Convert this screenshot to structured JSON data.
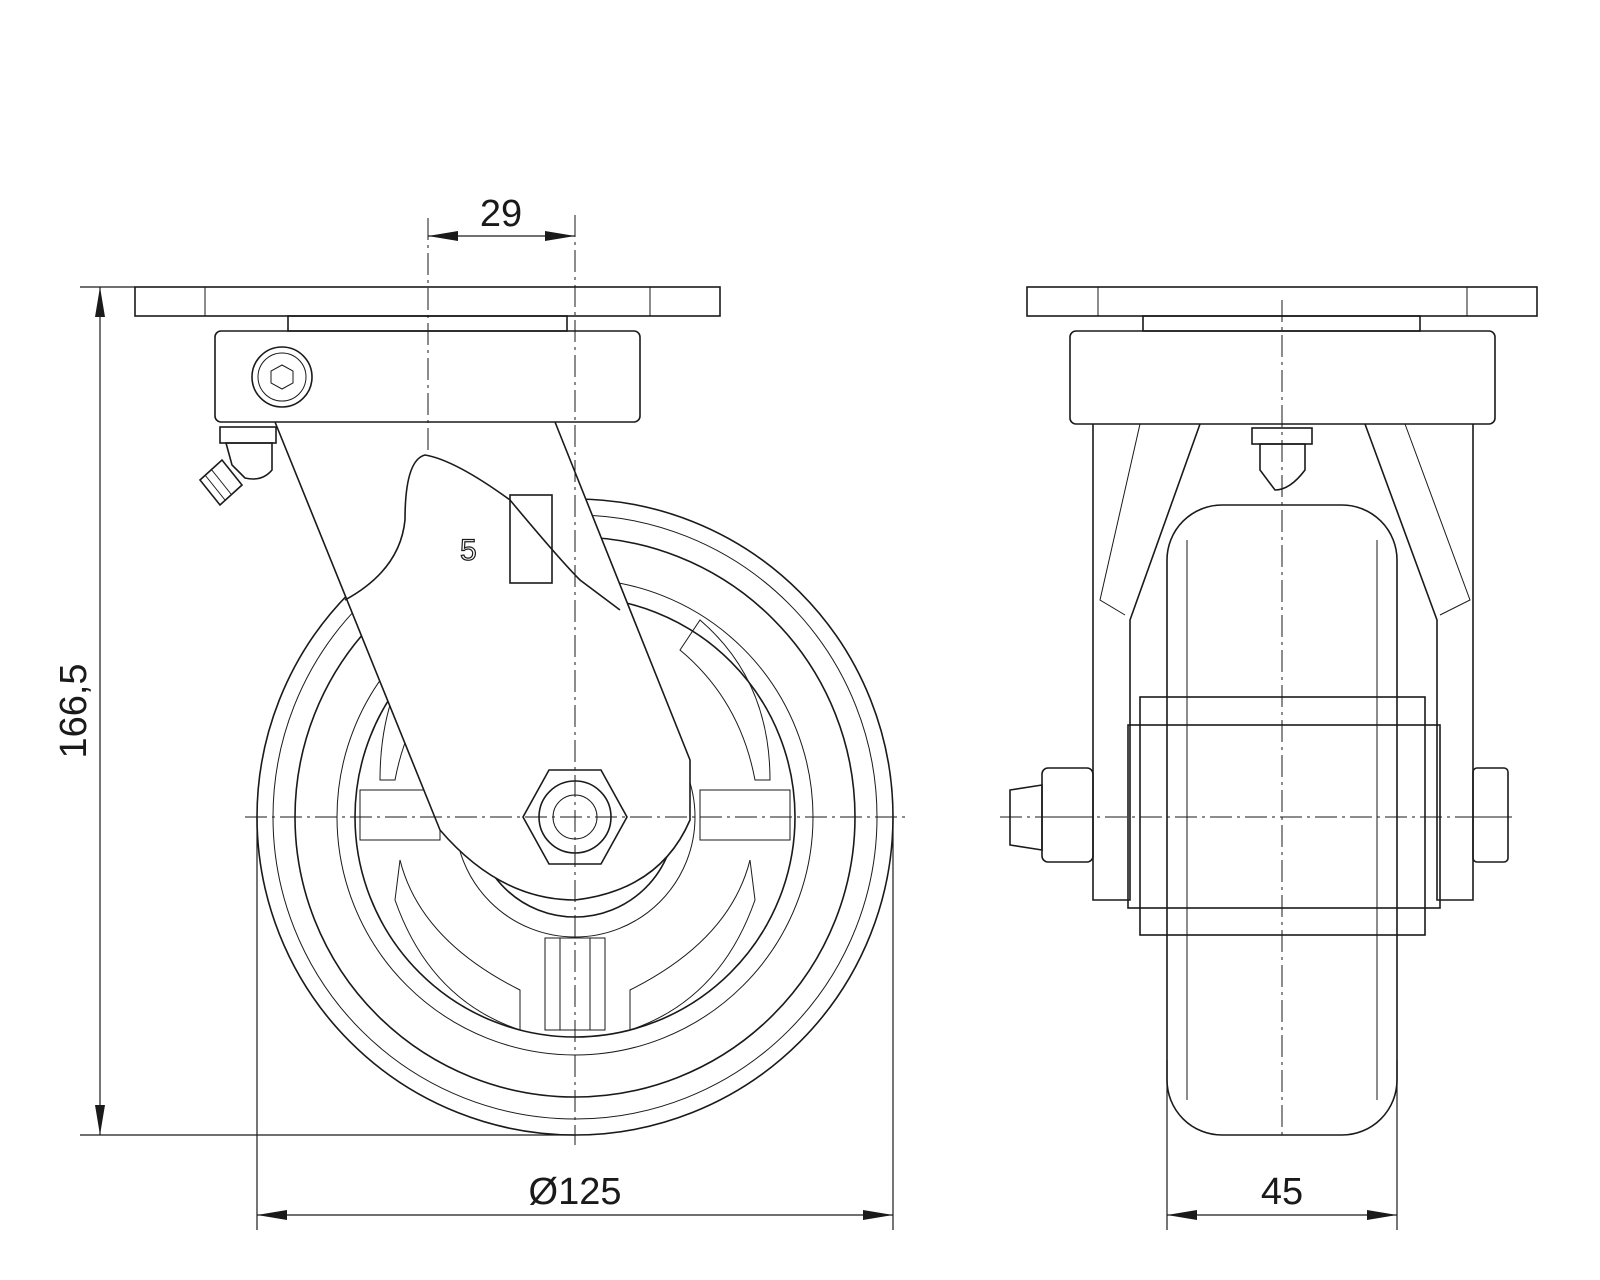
{
  "drawing": {
    "dimensions": {
      "offset": "29",
      "height": "166,5",
      "wheel_diameter": "Ø125",
      "wheel_width": "45"
    },
    "marking": "5"
  }
}
